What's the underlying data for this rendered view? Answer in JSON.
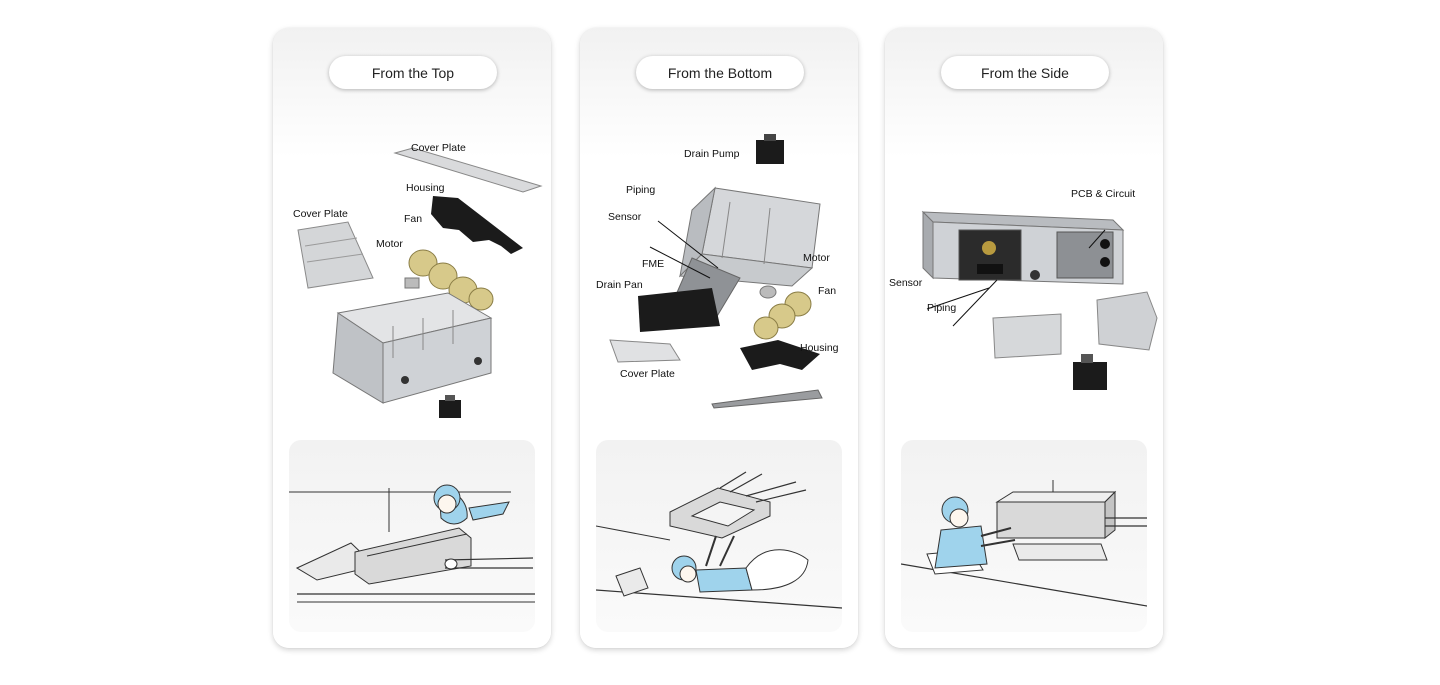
{
  "cards": [
    {
      "title": "From the Top",
      "labels": {
        "cover_plate_top": "Cover Plate",
        "housing": "Housing",
        "cover_plate_left": "Cover Plate",
        "fan": "Fan",
        "motor": "Motor"
      }
    },
    {
      "title": "From the Bottom",
      "labels": {
        "drain_pump": "Drain Pump",
        "piping": "Piping",
        "sensor": "Sensor",
        "fme": "FME",
        "drain_pan": "Drain Pan",
        "motor": "Motor",
        "fan": "Fan",
        "housing": "Housing",
        "cover_plate": "Cover Plate"
      }
    },
    {
      "title": "From the Side",
      "labels": {
        "pcb_circuit": "PCB & Circuit",
        "sensor": "Sensor",
        "piping": "Piping"
      }
    }
  ],
  "colors": {
    "worker_blue": "#9fd3ec",
    "fan_yellow": "#d7c98a",
    "metal_gray": "#c9ccd0",
    "black_part": "#1b1b1b"
  }
}
